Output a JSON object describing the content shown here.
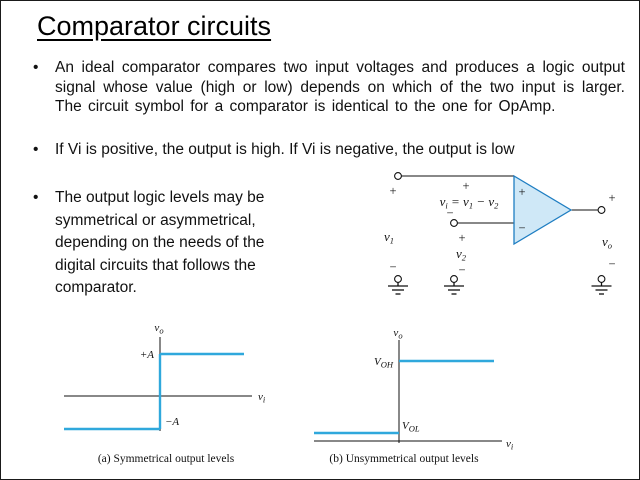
{
  "slide": {
    "title": "Comparator circuits",
    "bullet_char": "•",
    "bullets": [
      "An ideal comparator compares two input voltages and produces a logic output signal whose value (high or low) depends on which of the two input is larger. The circuit symbol for a comparator is identical to the one for OpAmp.",
      "If Vi is positive, the output is high. If Vi is negative, the output is low",
      "The output logic levels may be symmetrical or asymmetrical, depending on the needs of the digital circuits that follows the comparator."
    ]
  },
  "circuit": {
    "plus": "+",
    "minus": "−",
    "v1_main": "v",
    "v1_sub": "1",
    "v2_main": "v",
    "v2_sub": "2",
    "vo_main": "v",
    "vo_sub": "o",
    "eq_parts": [
      "v",
      "i",
      " = v",
      "1",
      " − v",
      "2"
    ]
  },
  "graph_a": {
    "y_main": "v",
    "y_sub": "o",
    "x_main": "v",
    "x_sub": "i",
    "pos_level": "+A",
    "neg_level": "−A",
    "caption": "(a) Symmetrical output levels"
  },
  "graph_b": {
    "y_main": "v",
    "y_sub": "o",
    "x_main": "v",
    "x_sub": "i",
    "high_main": "V",
    "high_sub": "OH",
    "low_main": "V",
    "low_sub": "OL",
    "caption": "(b) Unsymmetrical output levels"
  },
  "colors": {
    "line_blue": "#2fa8dc",
    "triangle_fill": "#cfe8f7",
    "triangle_stroke": "#1f7ec2",
    "text": "#111111"
  }
}
